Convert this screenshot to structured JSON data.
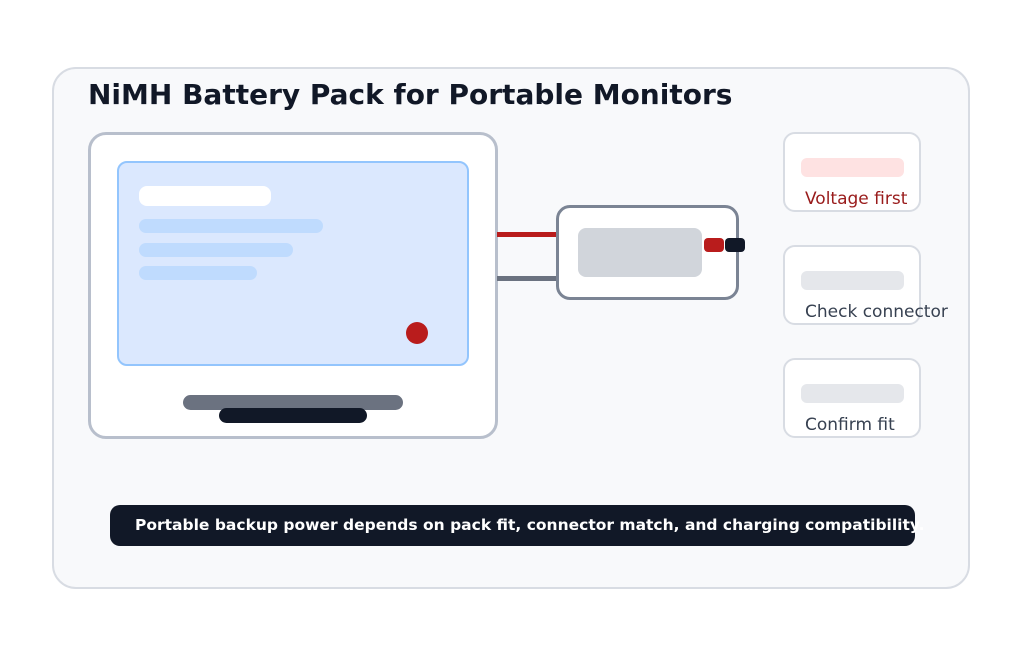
{
  "title": "NiMH Battery Pack for Portable Monitors",
  "steps": [
    {
      "label": "Voltage first"
    },
    {
      "label": "Check connector"
    },
    {
      "label": "Confirm fit"
    }
  ],
  "footer": "Portable backup power depends on pack fit, connector match, and charging compatibility.",
  "colors": {
    "accent_red": "#b91c1c",
    "dark": "#111827",
    "screen": "#dbe8fe"
  }
}
